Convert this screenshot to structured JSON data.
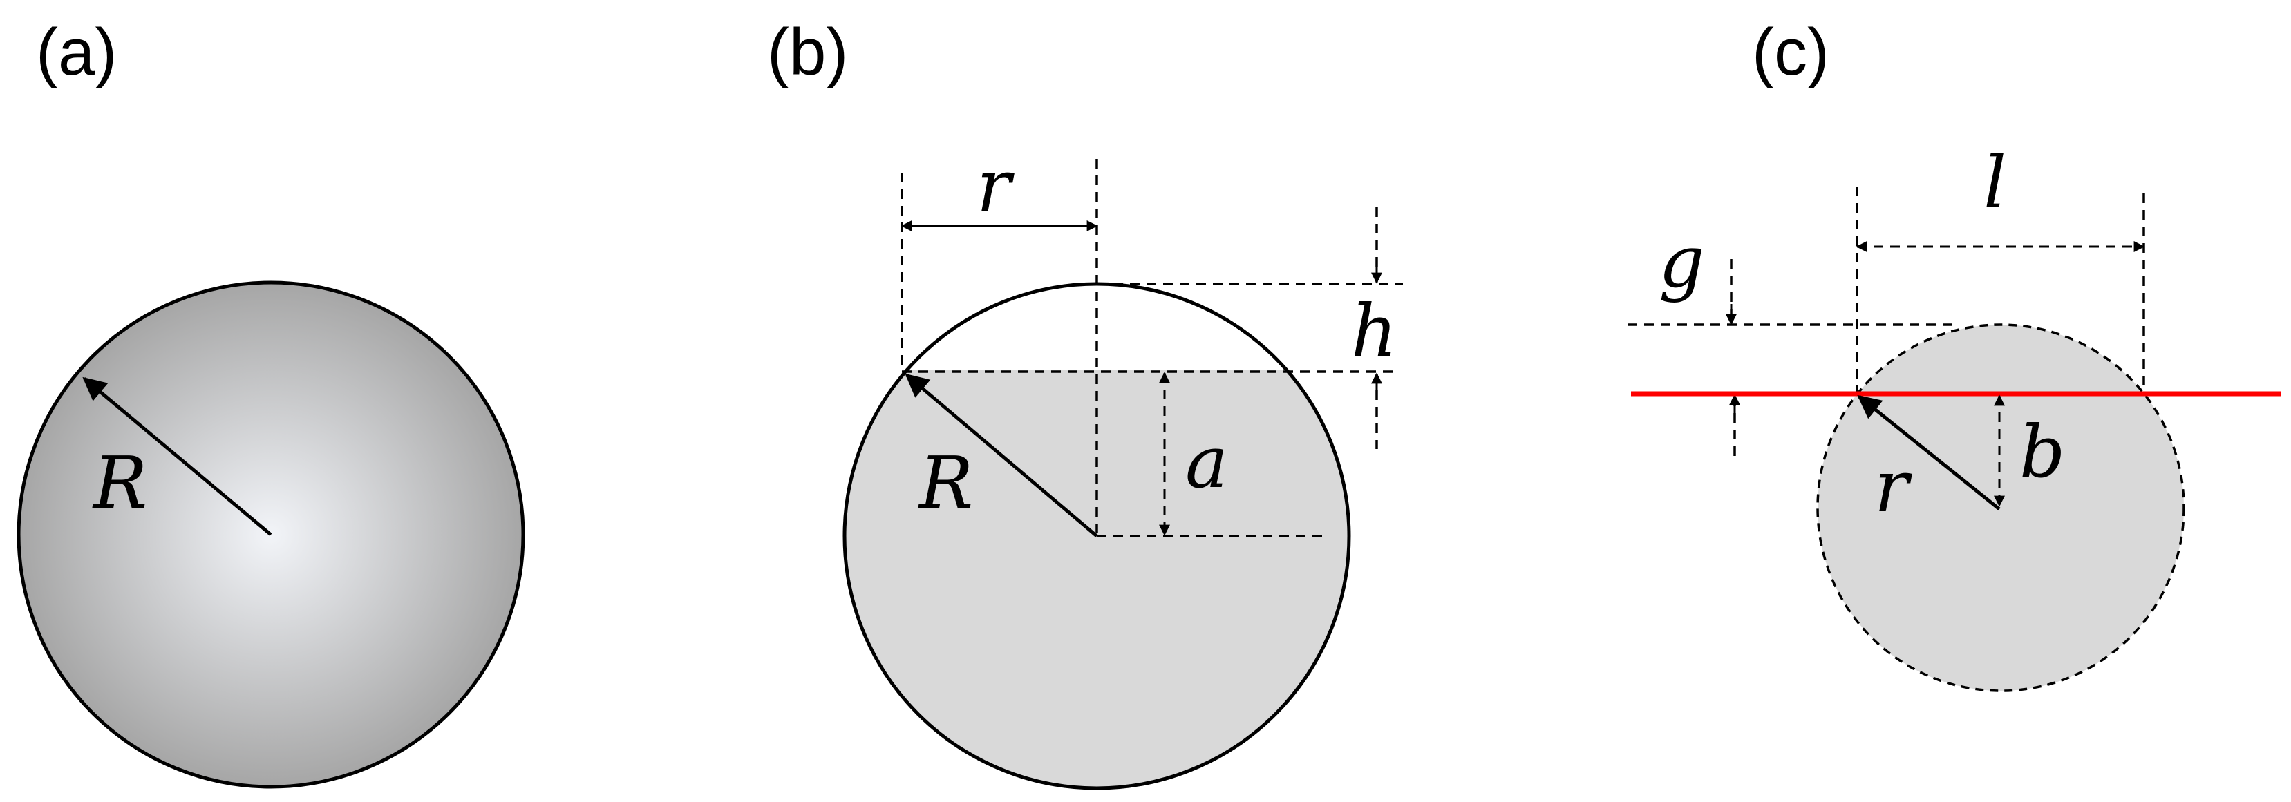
{
  "panels": {
    "a": {
      "label": "(a)",
      "radius_symbol": "R"
    },
    "b": {
      "label": "(b)",
      "top_width_symbol": "r",
      "cap_height_symbol": "h",
      "radius_symbol": "R",
      "offset_symbol": "a"
    },
    "c": {
      "label": "(c)",
      "chord_symbol": "l",
      "gap_symbol": "g",
      "radius_symbol": "r",
      "offset_symbol": "b"
    }
  },
  "colors": {
    "outline": "#000000",
    "fill_gray": "#d9d9d9",
    "gradient_center": "#f2f4f8",
    "gradient_edge": "#a6a6a6",
    "plane_line": "#ff0000"
  }
}
